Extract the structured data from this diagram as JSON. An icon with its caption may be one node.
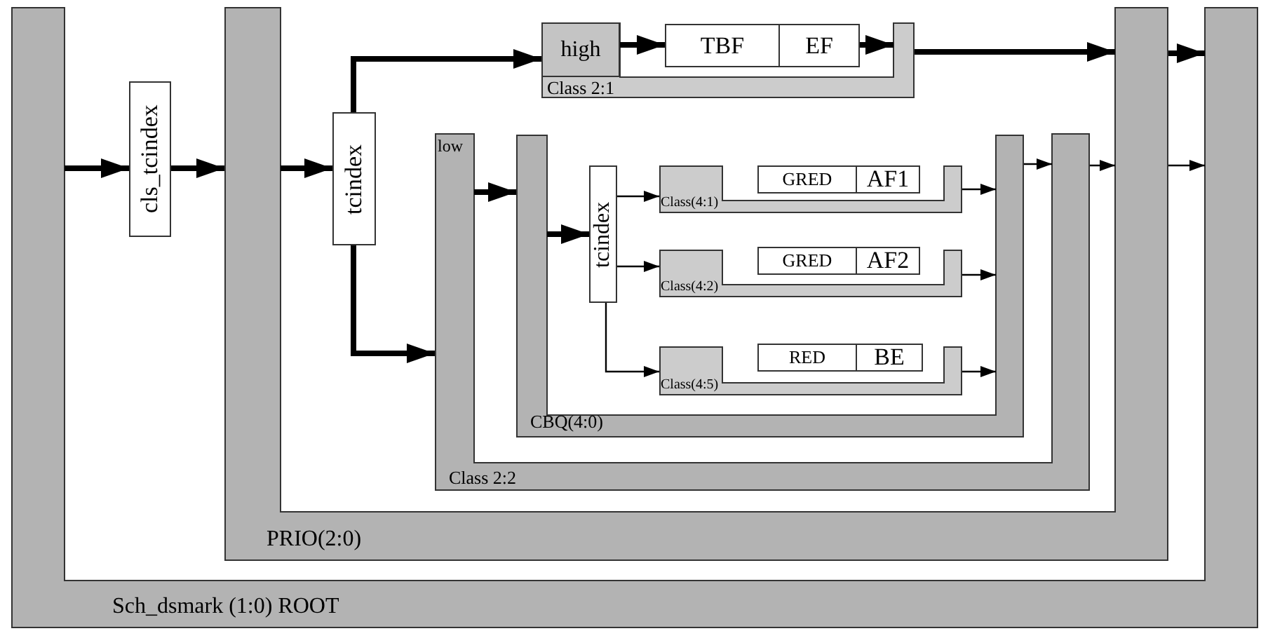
{
  "diagram": {
    "nodes": [
      {
        "text": [
          "Sch_dsmark (1:0) ROOT"
        ]
      },
      {
        "text": [
          "cls_tcindex"
        ],
        "in": 0
      },
      {
        "text": [
          "PRIO(2:0)"
        ],
        "in": 0
      },
      {
        "text": [
          "tcindex"
        ],
        "in": 2
      },
      {
        "text": [
          "Class 2:1"
        ],
        "in": 2
      },
      {
        "text": [
          "high"
        ],
        "in": 4
      },
      {
        "text": [
          "TBF"
        ],
        "in": 4
      },
      {
        "text": [
          "EF"
        ],
        "in": 4
      },
      {
        "text": [
          "low",
          "Class 2:2"
        ],
        "in": 2
      },
      {
        "text": [
          "CBQ(4:0)"
        ],
        "in": 8
      },
      {
        "text": [
          "tcindex"
        ],
        "in": 9
      },
      {
        "text": [
          "Class(4:1)"
        ],
        "in": 9
      },
      {
        "text": [
          "GRED"
        ],
        "in": 11
      },
      {
        "text": [
          "AF1"
        ],
        "in": 11
      },
      {
        "text": [
          "Class(4:2)"
        ],
        "in": 9
      },
      {
        "text": [
          "GRED"
        ],
        "in": 14
      },
      {
        "text": [
          "AF2"
        ],
        "in": 14
      },
      {
        "text": [
          "Class(4:5)"
        ],
        "in": 9
      },
      {
        "text": [
          "RED"
        ],
        "in": 17
      },
      {
        "text": [
          "BE"
        ],
        "in": 17
      }
    ],
    "edges": [
      {
        "from": 0,
        "to": 1,
        "arrow": "to"
      },
      {
        "from": 1,
        "to": 2,
        "arrow": "to"
      },
      {
        "from": 2,
        "to": 3,
        "arrow": "to"
      },
      {
        "from": 3,
        "to": 5,
        "arrow": "to"
      },
      {
        "from": 5,
        "to": 6,
        "arrow": "to"
      },
      {
        "from": 7,
        "to": 4,
        "arrow": "to"
      },
      {
        "from": 4,
        "to": 2,
        "arrow": "to"
      },
      {
        "from": 2,
        "to": 0,
        "arrow": "to"
      },
      {
        "from": 3,
        "to": 8,
        "arrow": "to"
      },
      {
        "from": 8,
        "to": 9,
        "arrow": "to"
      },
      {
        "from": 9,
        "to": 10,
        "arrow": "to"
      },
      {
        "from": 10,
        "to": 11,
        "arrow": "to"
      },
      {
        "from": 10,
        "to": 14,
        "arrow": "to"
      },
      {
        "from": 10,
        "to": 17,
        "arrow": "to"
      },
      {
        "from": 11,
        "to": 9,
        "arrow": "to"
      },
      {
        "from": 14,
        "to": 9,
        "arrow": "to"
      },
      {
        "from": 17,
        "to": 9,
        "arrow": "to"
      },
      {
        "from": 9,
        "to": 8,
        "arrow": "to"
      },
      {
        "from": 8,
        "to": 2,
        "arrow": "to"
      },
      {
        "from": 2,
        "to": 0,
        "arrow": "to"
      }
    ]
  }
}
